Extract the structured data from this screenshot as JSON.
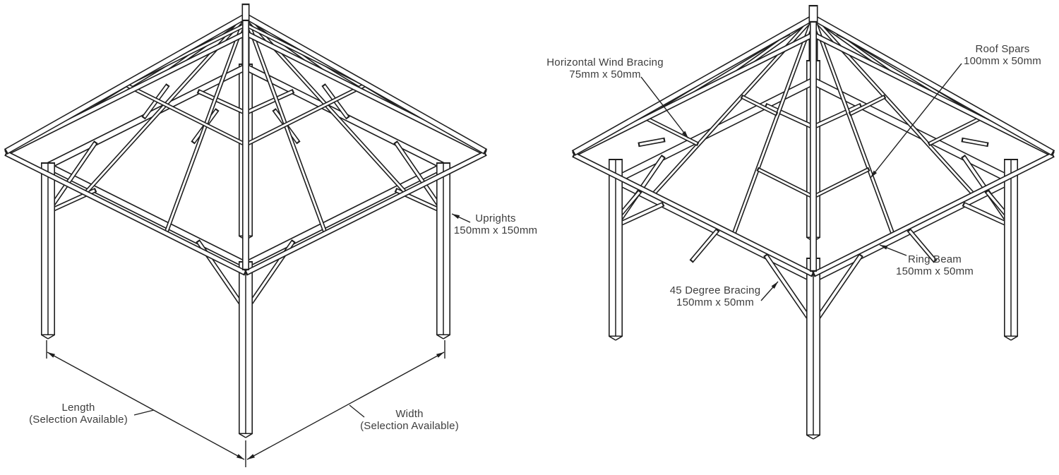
{
  "colors": {
    "background": "#ffffff",
    "line": "#1f1f1f",
    "text": "#3d3d3d"
  },
  "left_view": {
    "annotations": {
      "uprights": {
        "line1": "Uprights",
        "line2": "150mm x 150mm"
      },
      "length_dim": {
        "line1": "Length",
        "line2": "(Selection Available)"
      },
      "width_dim": {
        "line1": "Width",
        "line2": "(Selection Available)"
      }
    }
  },
  "right_view": {
    "annotations": {
      "horizontal_wind_bracing": {
        "line1": "Horizontal Wind Bracing",
        "line2": "75mm x 50mm"
      },
      "roof_spars": {
        "line1": "Roof Spars",
        "line2": "100mm x 50mm"
      },
      "ring_beam": {
        "line1": "Ring Beam",
        "line2": "150mm x 50mm"
      },
      "degree_bracing": {
        "line1": "45 Degree Bracing",
        "line2": "150mm x 50mm"
      }
    }
  }
}
